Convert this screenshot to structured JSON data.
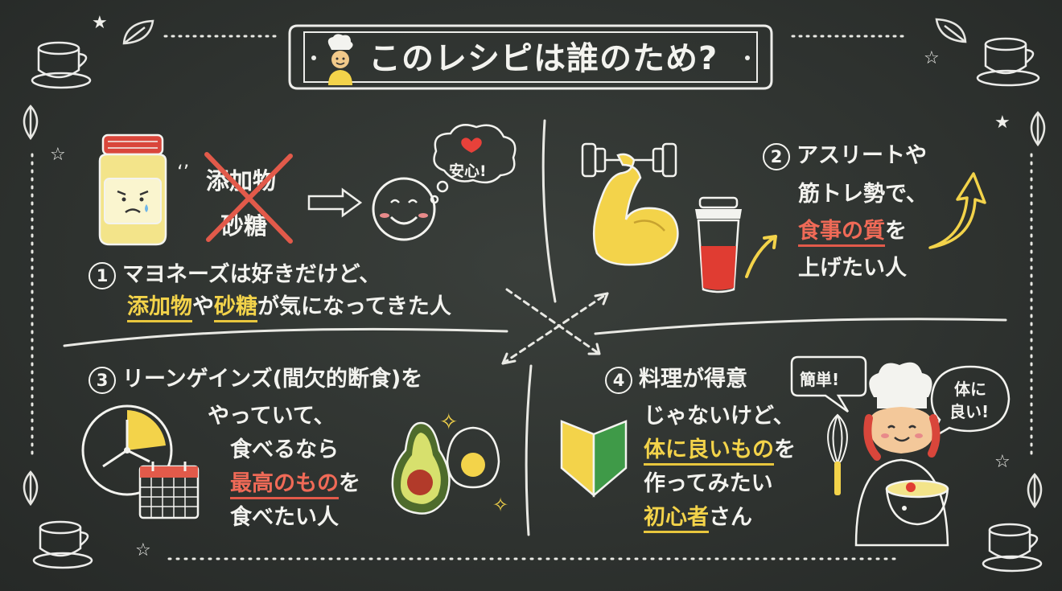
{
  "title": "このレシピは誰のため?",
  "item1": {
    "number": "1",
    "crossed_a": "添加物",
    "crossed_b": "砂糖",
    "bubble": "安心!",
    "line1": "マヨネーズは好きだけど、",
    "line2_hl1": "添加物",
    "line2_mid": "や",
    "line2_hl2": "砂糖",
    "line2_end": "が気になってきた人"
  },
  "item2": {
    "number": "2",
    "line1": "アスリートや",
    "line2": "筋トレ勢で、",
    "line3_hl": "食事の質",
    "line3_end": "を",
    "line4": "上げたい人"
  },
  "item3": {
    "number": "3",
    "line1": "リーンゲインズ(間欠的断食)を",
    "line2": "やっていて、",
    "line3": "食べるなら",
    "line4_hl": "最高のもの",
    "line4_end": "を",
    "line5": "食べたい人"
  },
  "item4": {
    "number": "4",
    "line1": "料理が得意",
    "line2": "じゃないけど、",
    "line3_hl": "体に良いもの",
    "line3_end": "を",
    "line4": "作ってみたい",
    "line5_hl": "初心者",
    "line5_end": "さん",
    "bubble_left": "簡単!",
    "bubble_right_1": "体に",
    "bubble_right_2": "良い!"
  },
  "icons": [
    "chef-icon",
    "coffee-cup-icon",
    "leaf-icon",
    "star-icon",
    "mayo-jar-icon",
    "smiley-icon",
    "dumbbell-icon",
    "shaker-icon",
    "clock-icon",
    "calendar-icon",
    "avocado-icon",
    "egg-icon",
    "beginner-mark-icon",
    "whisk-icon",
    "bowl-icon"
  ],
  "colors": {
    "board": "#2f3330",
    "chalk": "#f3f3ef",
    "yellow": "#f3d34a",
    "red": "#e25a4a",
    "heart": "#e8413a"
  }
}
